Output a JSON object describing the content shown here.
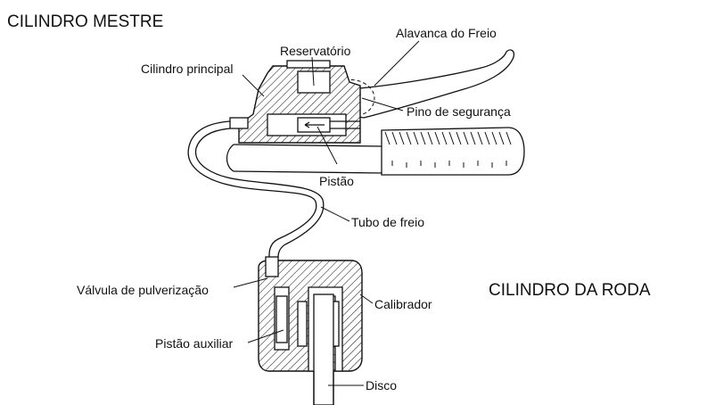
{
  "titles": {
    "master": "CILINDRO MESTRE",
    "wheel": "CILINDRO DA RODA"
  },
  "labels": {
    "reservoir": "Reservatório",
    "lever": "Alavanca do Freio",
    "main_cylinder": "Cilindro principal",
    "safety_pin": "Pino de segurança",
    "piston": "Pistão",
    "brake_tube": "Tubo de freio",
    "spray_valve": "Válvula de pulverização",
    "caliper": "Calibrador",
    "aux_piston": "Pistão auxiliar",
    "disc": "Disco"
  },
  "colors": {
    "line": "#111111",
    "background": "#ffffff"
  }
}
